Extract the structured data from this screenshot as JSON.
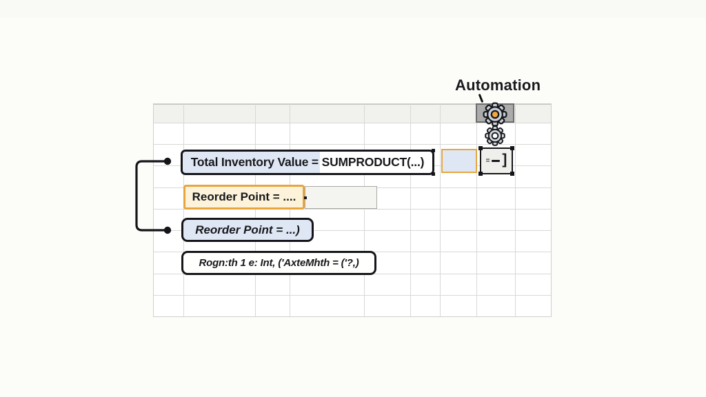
{
  "title": "Automation",
  "boxes": {
    "formula1": "Total Inventory Value = SUMPRODUCT(...)",
    "formula2": "Reorder Point = ....",
    "formula3": "Reorder Point = ...)",
    "formula4": "Rogn:th 1 e: Int,  ('AxteMhth = ('?,)"
  },
  "mini_box": {
    "eq": "=",
    "bracket": "]"
  },
  "icons": {
    "gear_main": "gear-icon-orange-center",
    "gear_secondary": "gear-icon-outline"
  },
  "colors": {
    "accent_orange": "#E8A53F",
    "cell_blue": "#DFE7F4",
    "cream": "#FCF3DA",
    "grid_line": "#D8D8D5",
    "header_fill": "#F1F1EE",
    "gear_cell_fill": "#ABABAB",
    "gear_body": "#C9CFD9",
    "gear_center_orange": "#F2A73E"
  }
}
